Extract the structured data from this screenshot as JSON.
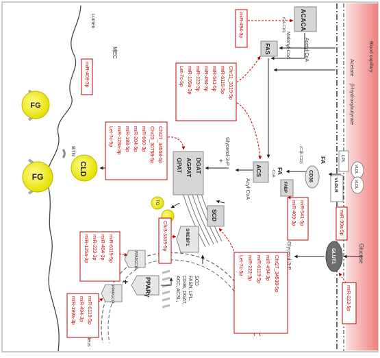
{
  "regions": {
    "lumen": "Lumen",
    "mec": "MEC",
    "nucleus": "Nucleus",
    "blood_capillary": "Blood capillary"
  },
  "organelles": {
    "fg1": "FG",
    "fg2": "FG",
    "cld": "CLD",
    "tg": "TG",
    "btn": "BTN"
  },
  "enzymes": {
    "fas": "FAS",
    "acaca": "ACACA",
    "acs": "ACS",
    "fa_fabp_top": "FA",
    "fabp": "FABP",
    "cd36": "CD36",
    "fa_cd36": "FA",
    "vldlr": "VLDLR",
    "lpl": "LPL",
    "vldl1": "VLDL",
    "vldl2": "VLDL",
    "gpat": "GPAT",
    "agpat": "AGPAT",
    "dgat": "DGAT",
    "scd": "SCD",
    "srebf1": "SREBF1",
    "glut1": "GLUT1",
    "pparg": "PPARγ",
    "ppargc1a": "PPARGC1A",
    "ppargc1b": "PPARGC1B",
    "target_genes": [
      "ACC, ACSL,",
      "CD36, DGAT,",
      "FASN, LPL,",
      "SCD"
    ]
  },
  "metabolites": {
    "malonyl_coa": "Malonyl-CoA",
    "acetyl_coa": "Acetyl-CoA",
    "acetate": "Acetate",
    "hydroxybutyrate": "β-hydroxybutyrate",
    "glycerol3p_top": "Glycerol-3-P",
    "acyl_coa": "Acyl-CoA",
    "glycerol3p_bottom": "Glycerol-3-P",
    "glucose": "Glucose",
    "c4_c16": "(C4-C16)",
    "c16_c22": "(C16-C22)",
    "coa": "-CoA"
  },
  "mirna_boxes": {
    "mir409": [
      "miR-409-3p"
    ],
    "mir494_top": [
      "miR-494-3p"
    ],
    "fas_group": [
      "Let-7c-5p",
      "miR-199a-3p",
      "miR-223-3p",
      "miR-494-3p",
      "miR-541-5p",
      "miR-6119-5p",
      "Chr11_3319-5p"
    ],
    "gpat_group": [
      "Let-7c-5p",
      "miR-128a-3p",
      "miR-188-5p",
      "miR-204-5p",
      "miR-660-3p",
      "Chr23_30758-5p",
      "Chr27_34558-5p"
    ],
    "fabp_group": [
      "miR-409-3p",
      "miR-541-5p"
    ],
    "vldlr_group": [
      "miR-99a-5p"
    ],
    "srebf1_group": [
      "Chr3-3319-5p"
    ],
    "ppargc1b_group": [
      "miR-125a-3p",
      "miR-223-3p",
      "miR-494-3p",
      "miR-6119-5p"
    ],
    "ppargc1a_group": [
      "miR-199a-3p",
      "miR-494-3p",
      "miR-6119-5p"
    ],
    "scd_group": [
      "Let-7c-5p",
      "miR-222-3p",
      "miR-6119-5p",
      "miR-494-3p",
      "Chr27_34538-5p"
    ],
    "glut1_group": [
      "miR-223-5p"
    ]
  },
  "colors": {
    "mirna_red": "#c00000",
    "capillary_light": "#fbe3e3",
    "capillary_dark": "#f08585",
    "droplet_yellow": "#f4ef2a",
    "enzyme_gray": "#d6d6d6"
  }
}
